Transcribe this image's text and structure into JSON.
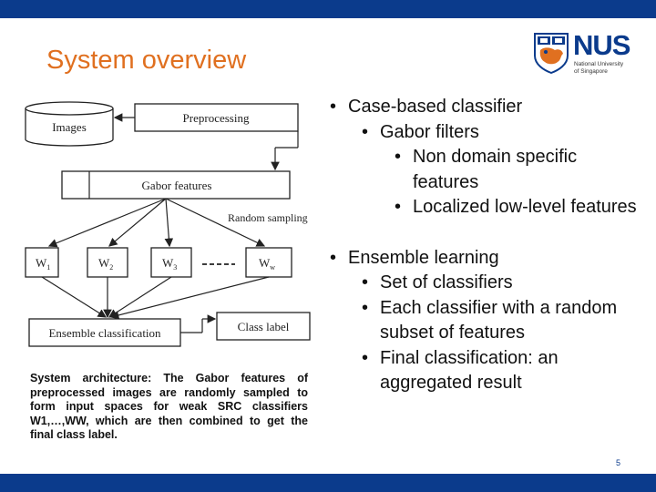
{
  "slide": {
    "title": "System overview",
    "page_number": "5"
  },
  "logo": {
    "wordmark": "NUS",
    "subtitle_line1": "National University",
    "subtitle_line2": "of Singapore"
  },
  "diagram": {
    "images": "Images",
    "preprocessing": "Preprocessing",
    "gabor_features": "Gabor features",
    "random_sampling": "Random sampling",
    "w1": "W",
    "w1_sub": "1",
    "w2": "W",
    "w2_sub": "2",
    "w3": "W",
    "w3_sub": "3",
    "ww": "W",
    "ww_sub": "w",
    "ensemble": "Ensemble classification",
    "class_label": "Class label"
  },
  "caption": "System architecture: The Gabor features of preprocessed images are randomly sampled to form input spaces for weak SRC classifiers W1,…,WW, which are then combined to get the final class label.",
  "bullets": {
    "group1": {
      "item1": "Case-based classifier",
      "item2": "Gabor filters",
      "item3": "Non domain specific features",
      "item4": "Localized low-level features"
    },
    "group2": {
      "item1": "Ensemble learning",
      "item2": "Set of classifiers",
      "item3": "Each classifier with a random subset of features",
      "item4": "Final classification: an aggregated result"
    }
  },
  "colors": {
    "bar": "#0b3b8c",
    "title": "#e07020"
  }
}
